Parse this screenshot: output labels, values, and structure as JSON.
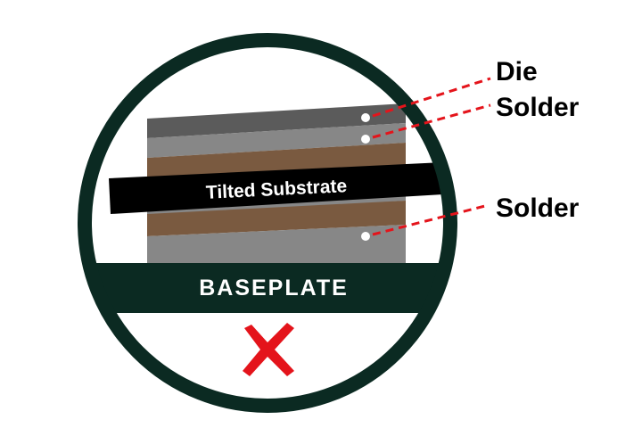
{
  "labels": {
    "die": "Die",
    "solder_top": "Solder",
    "solder_bottom": "Solder",
    "substrate": "Tilted Substrate",
    "baseplate": "BASEPLATE"
  },
  "icons": {
    "status": "red-x-icon"
  },
  "colors": {
    "ring": "#0b2a22",
    "baseplate": "#0b2a22",
    "die_dark": "#5b5b5b",
    "die_light": "#878787",
    "solder": "#7a5a40",
    "substrate": "#000000",
    "leader": "#e4141b",
    "marker": "#ffffff",
    "red_x": "#e4141b"
  }
}
